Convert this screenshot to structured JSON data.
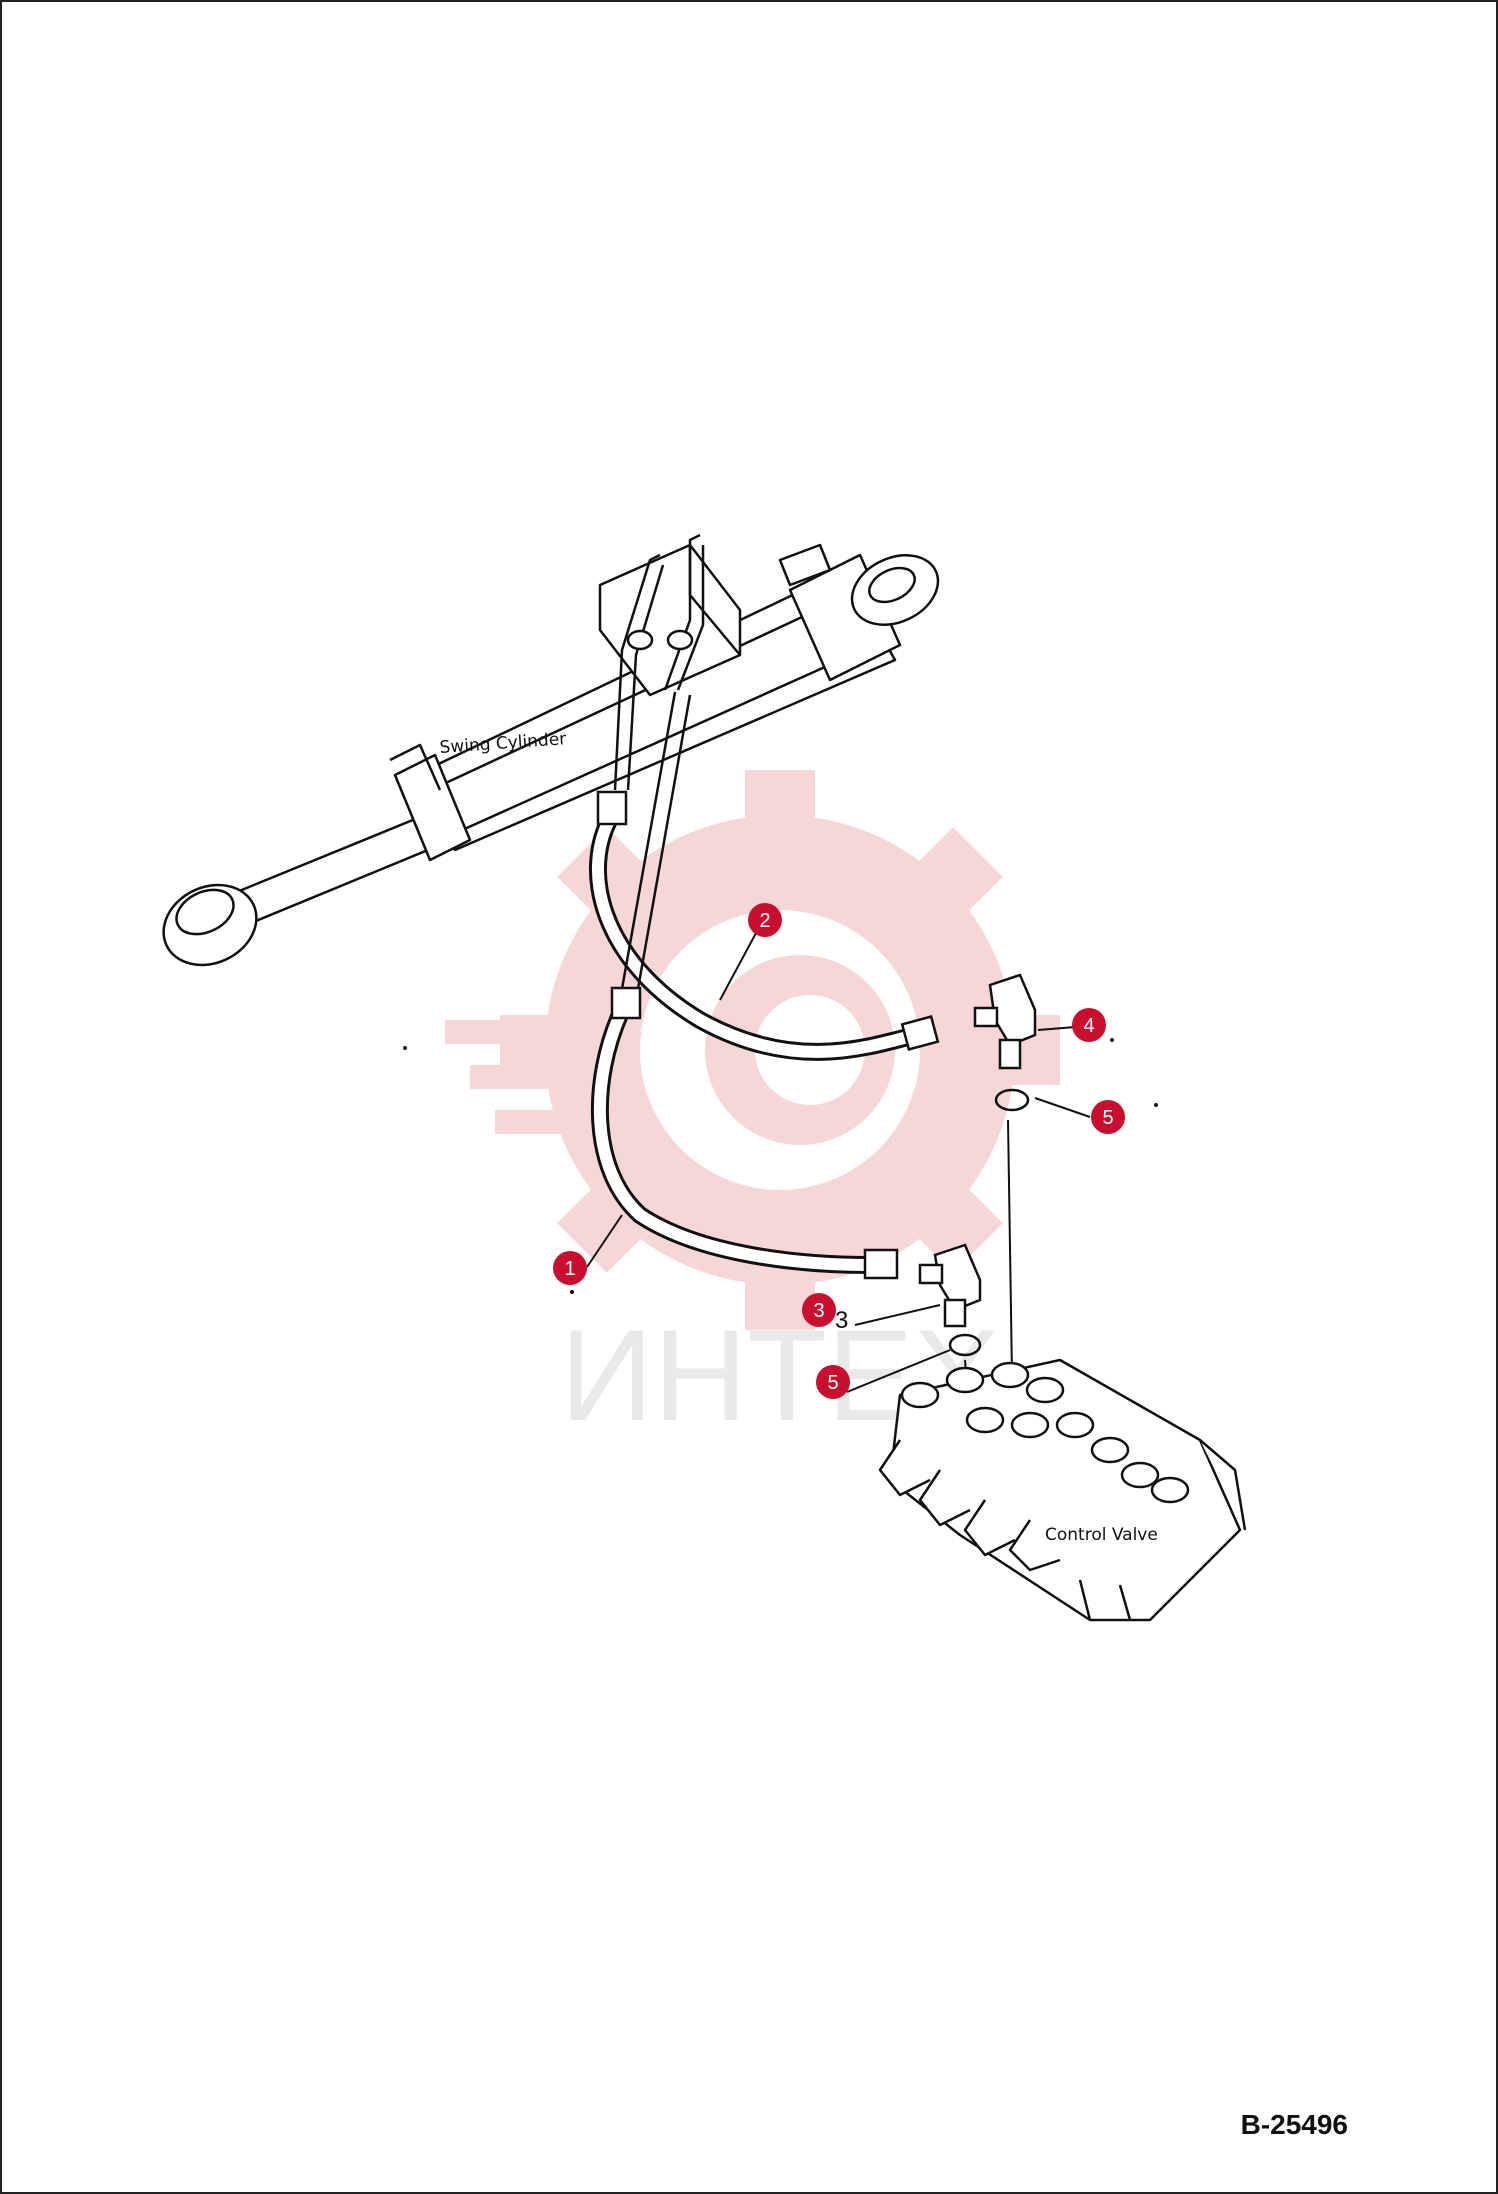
{
  "diagram": {
    "labels": {
      "swing_cylinder": "Swing Cylinder",
      "control_valve": "Control Valve",
      "part_3_text": "3"
    },
    "watermark": "ИНТЕХ",
    "drawing_id": "B-25496",
    "callouts": [
      {
        "id": "1",
        "label": "1"
      },
      {
        "id": "2",
        "label": "2"
      },
      {
        "id": "3",
        "label": "3"
      },
      {
        "id": "4",
        "label": "4"
      },
      {
        "id": "5a",
        "label": "5"
      },
      {
        "id": "5b",
        "label": "5"
      }
    ],
    "colors": {
      "callout": "#c8102e",
      "line": "#111111",
      "watermark": "#f3c7c7"
    }
  }
}
